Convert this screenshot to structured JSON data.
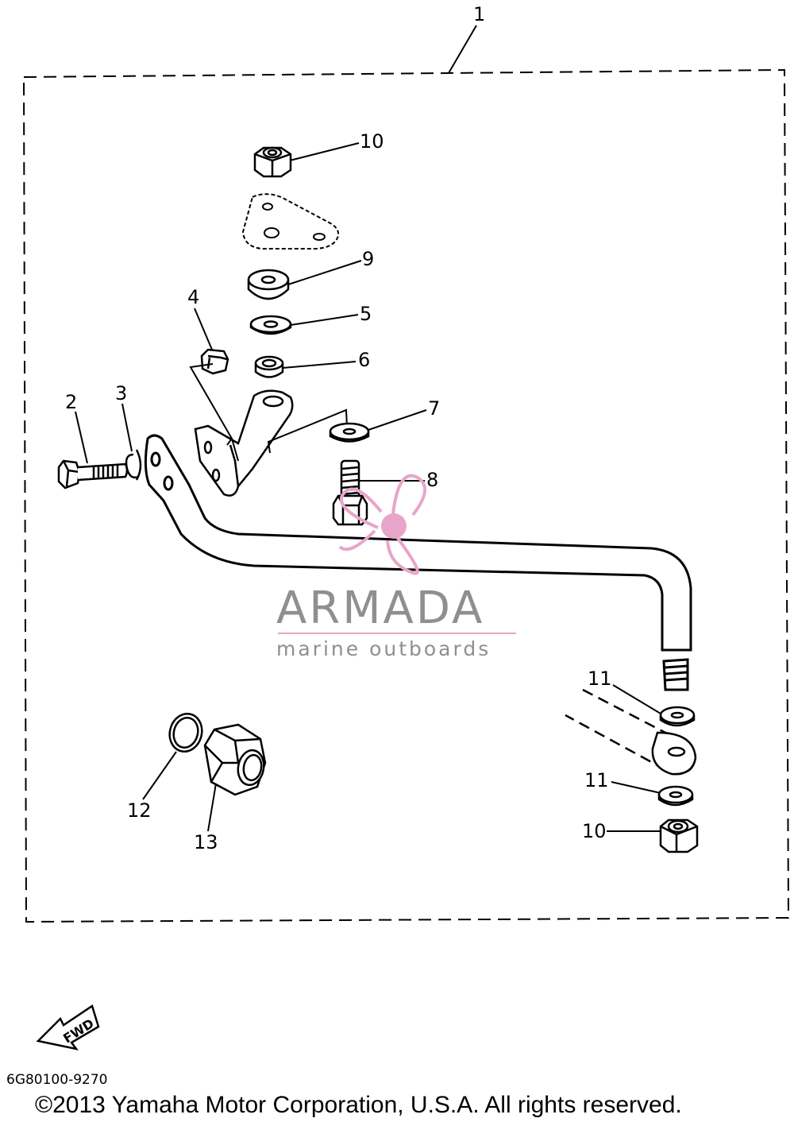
{
  "callouts": [
    "1",
    "2",
    "3",
    "4",
    "5",
    "6",
    "7",
    "8",
    "9",
    "10",
    "10",
    "11",
    "11",
    "12",
    "13"
  ],
  "watermark": {
    "brand": "ARMADA",
    "tagline": "marine outboards",
    "accent_color": "#e8a5c9",
    "text_color": "#8f8f8f"
  },
  "fwd_label": "FWD",
  "part_code": "6G80100-9270",
  "copyright": "©2013 Yamaha Motor Corporation, U.S.A. All rights reserved."
}
